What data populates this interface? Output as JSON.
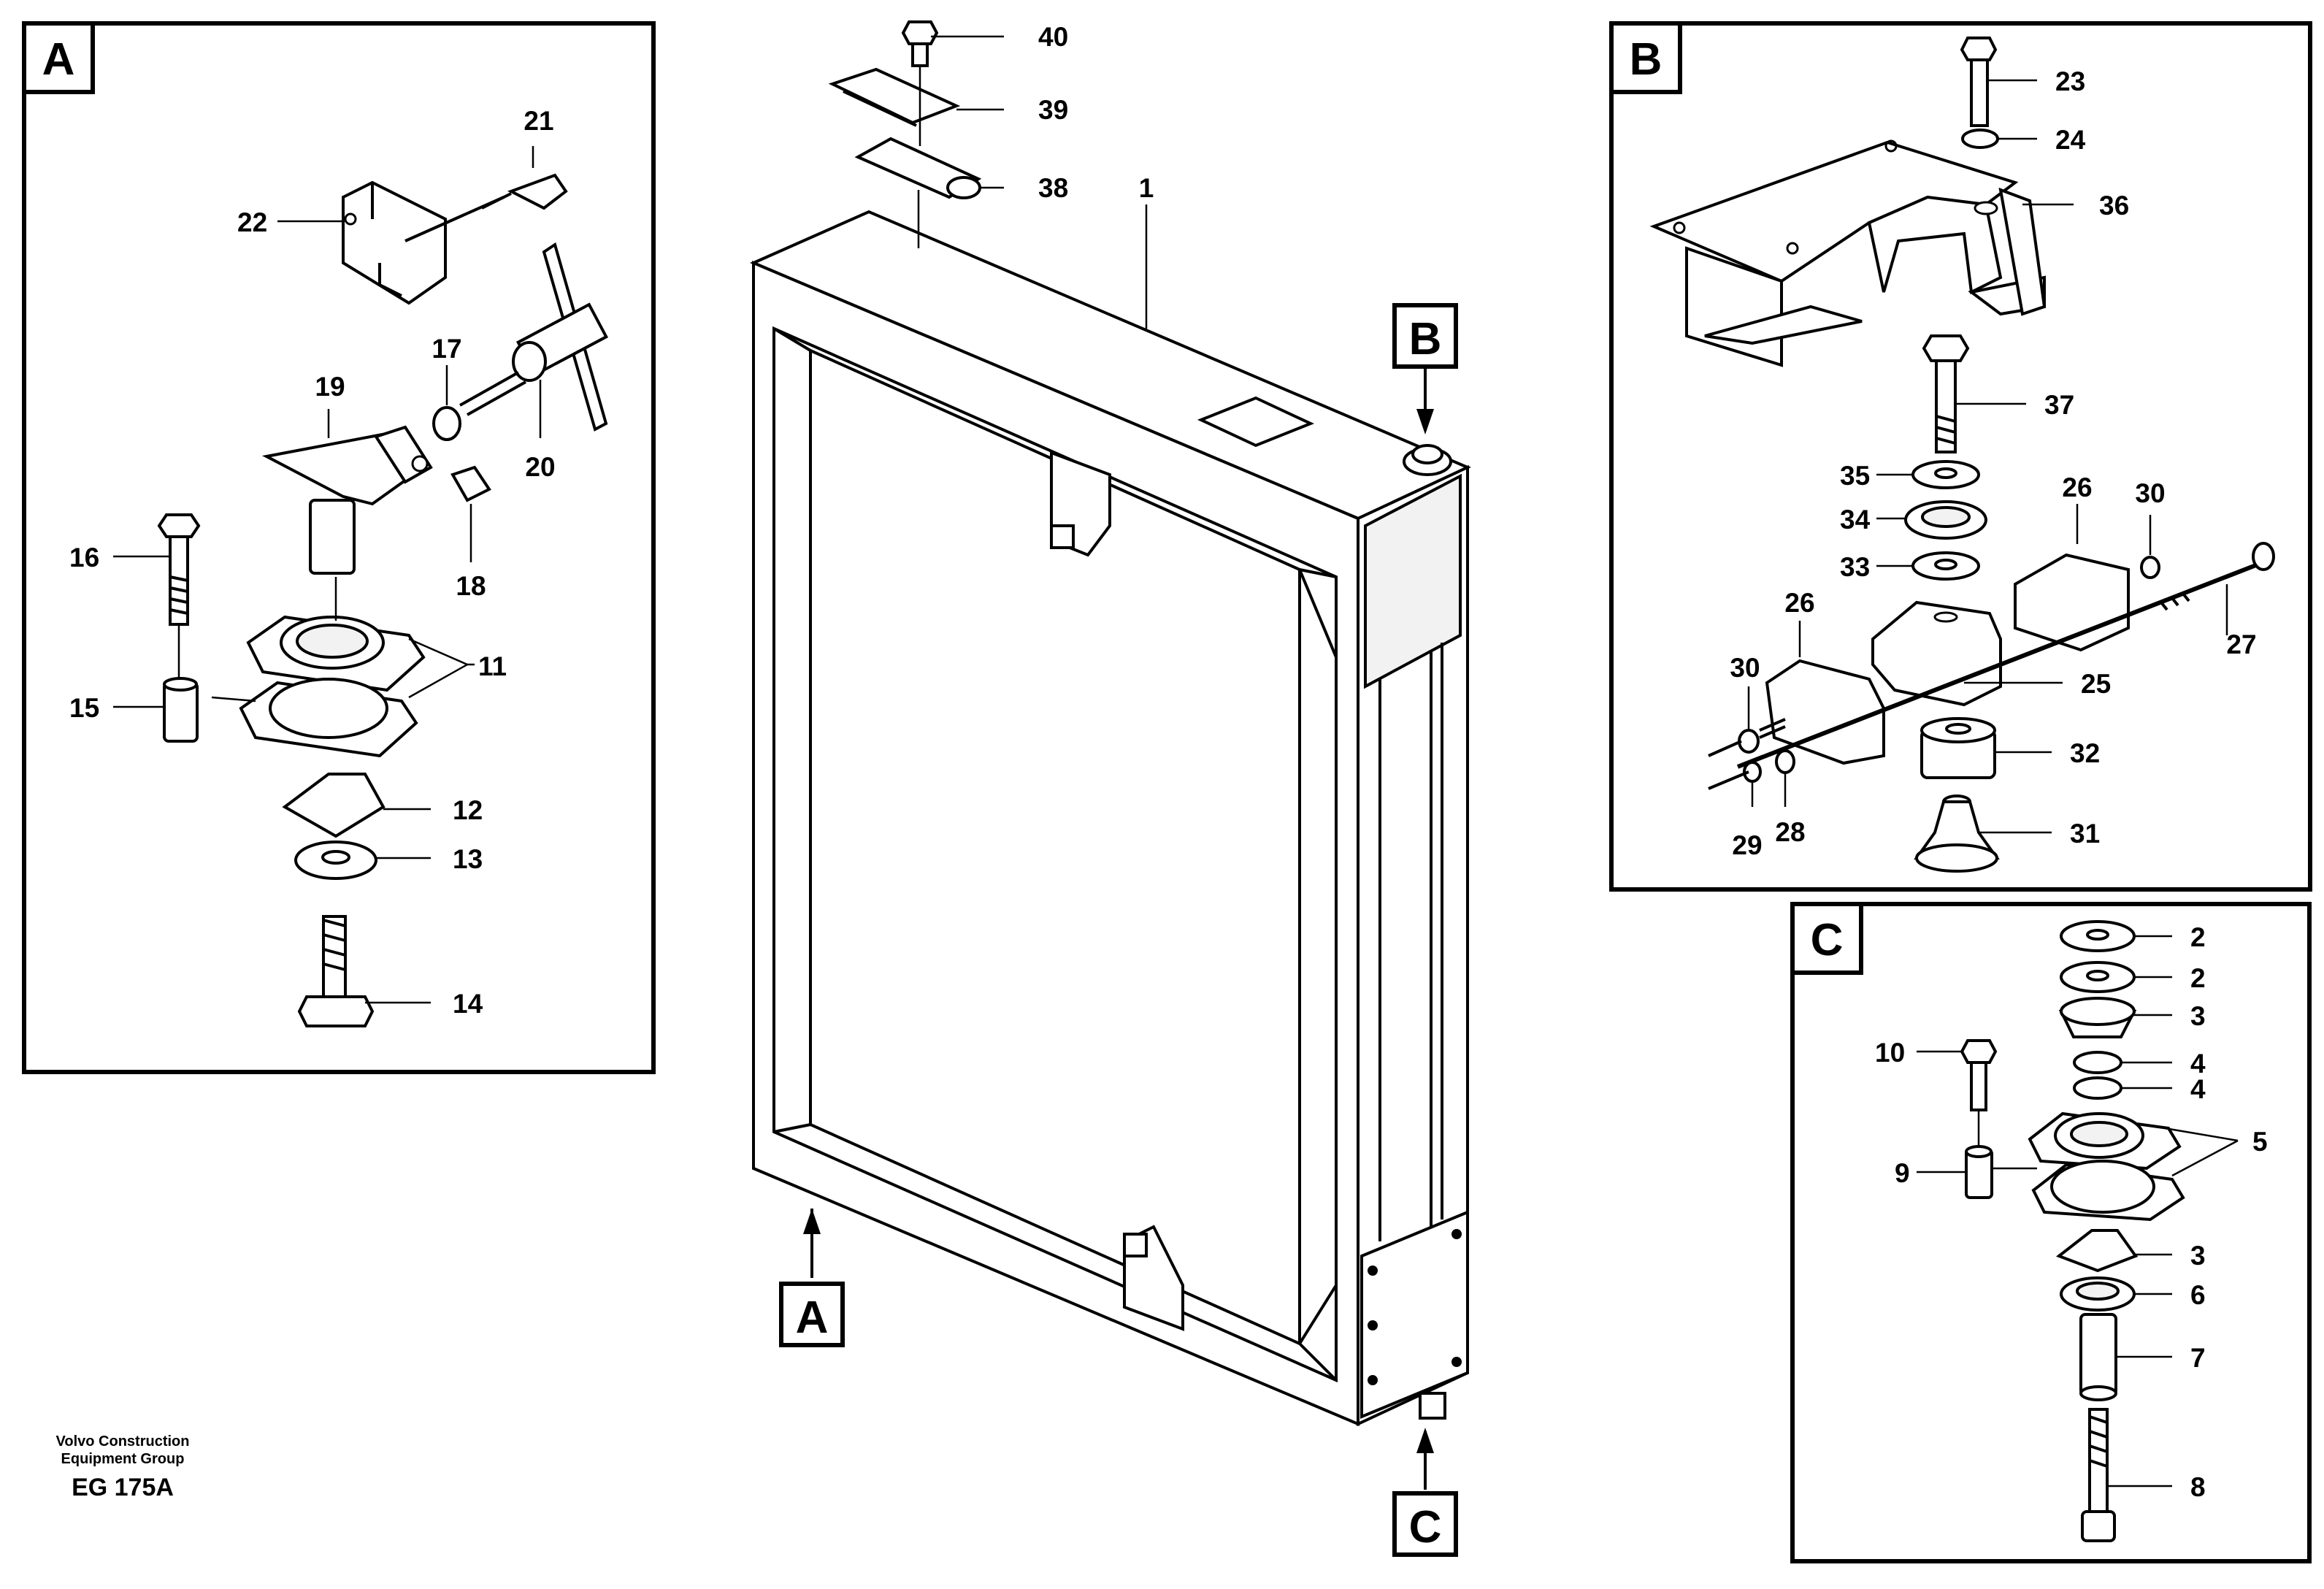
{
  "panels": {
    "a": {
      "label": "A"
    },
    "b": {
      "label": "B"
    },
    "c": {
      "label": "C"
    }
  },
  "pointers": {
    "a": "A",
    "b": "B",
    "c": "C"
  },
  "callouts": {
    "n1": "1",
    "n2a": "2",
    "n2b": "2",
    "n3a": "3",
    "n3b": "3",
    "n4a": "4",
    "n4b": "4",
    "n5": "5",
    "n6": "6",
    "n7": "7",
    "n8": "8",
    "n9": "9",
    "n10": "10",
    "n11": "11",
    "n12": "12",
    "n13": "13",
    "n14": "14",
    "n15": "15",
    "n16": "16",
    "n17": "17",
    "n18": "18",
    "n19": "19",
    "n20": "20",
    "n21": "21",
    "n22": "22",
    "n23": "23",
    "n24": "24",
    "n25": "25",
    "n26a": "26",
    "n26b": "26",
    "n27": "27",
    "n28": "28",
    "n29": "29",
    "n30a": "30",
    "n30b": "30",
    "n31": "31",
    "n32": "32",
    "n33": "33",
    "n34": "34",
    "n35": "35",
    "n36": "36",
    "n37": "37",
    "n38": "38",
    "n39": "39",
    "n40": "40"
  },
  "footer": {
    "company_line1": "Volvo Construction",
    "company_line2": "Equipment Group",
    "code": "EG 175A"
  }
}
